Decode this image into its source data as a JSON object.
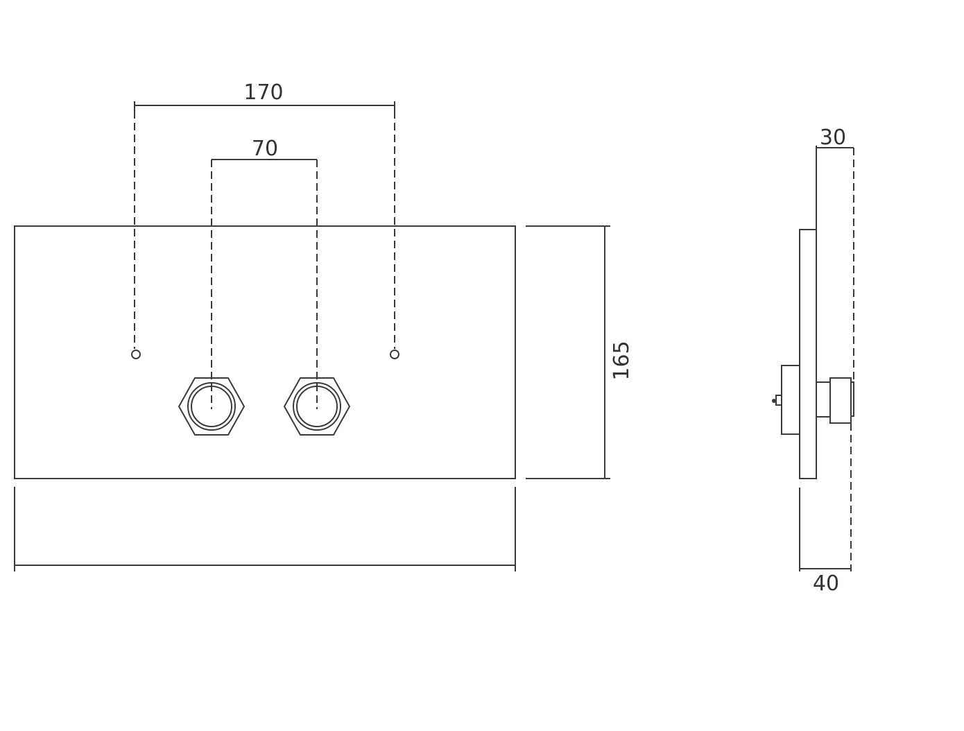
{
  "title": "Flush plate dimension drawing",
  "dimensions": {
    "outer_hole_spacing": "170",
    "button_spacing": "70",
    "height": "165",
    "plate_depth": "30",
    "total_depth": "40"
  },
  "colors": {
    "line": "#3a3a3a",
    "background": "#ffffff"
  }
}
